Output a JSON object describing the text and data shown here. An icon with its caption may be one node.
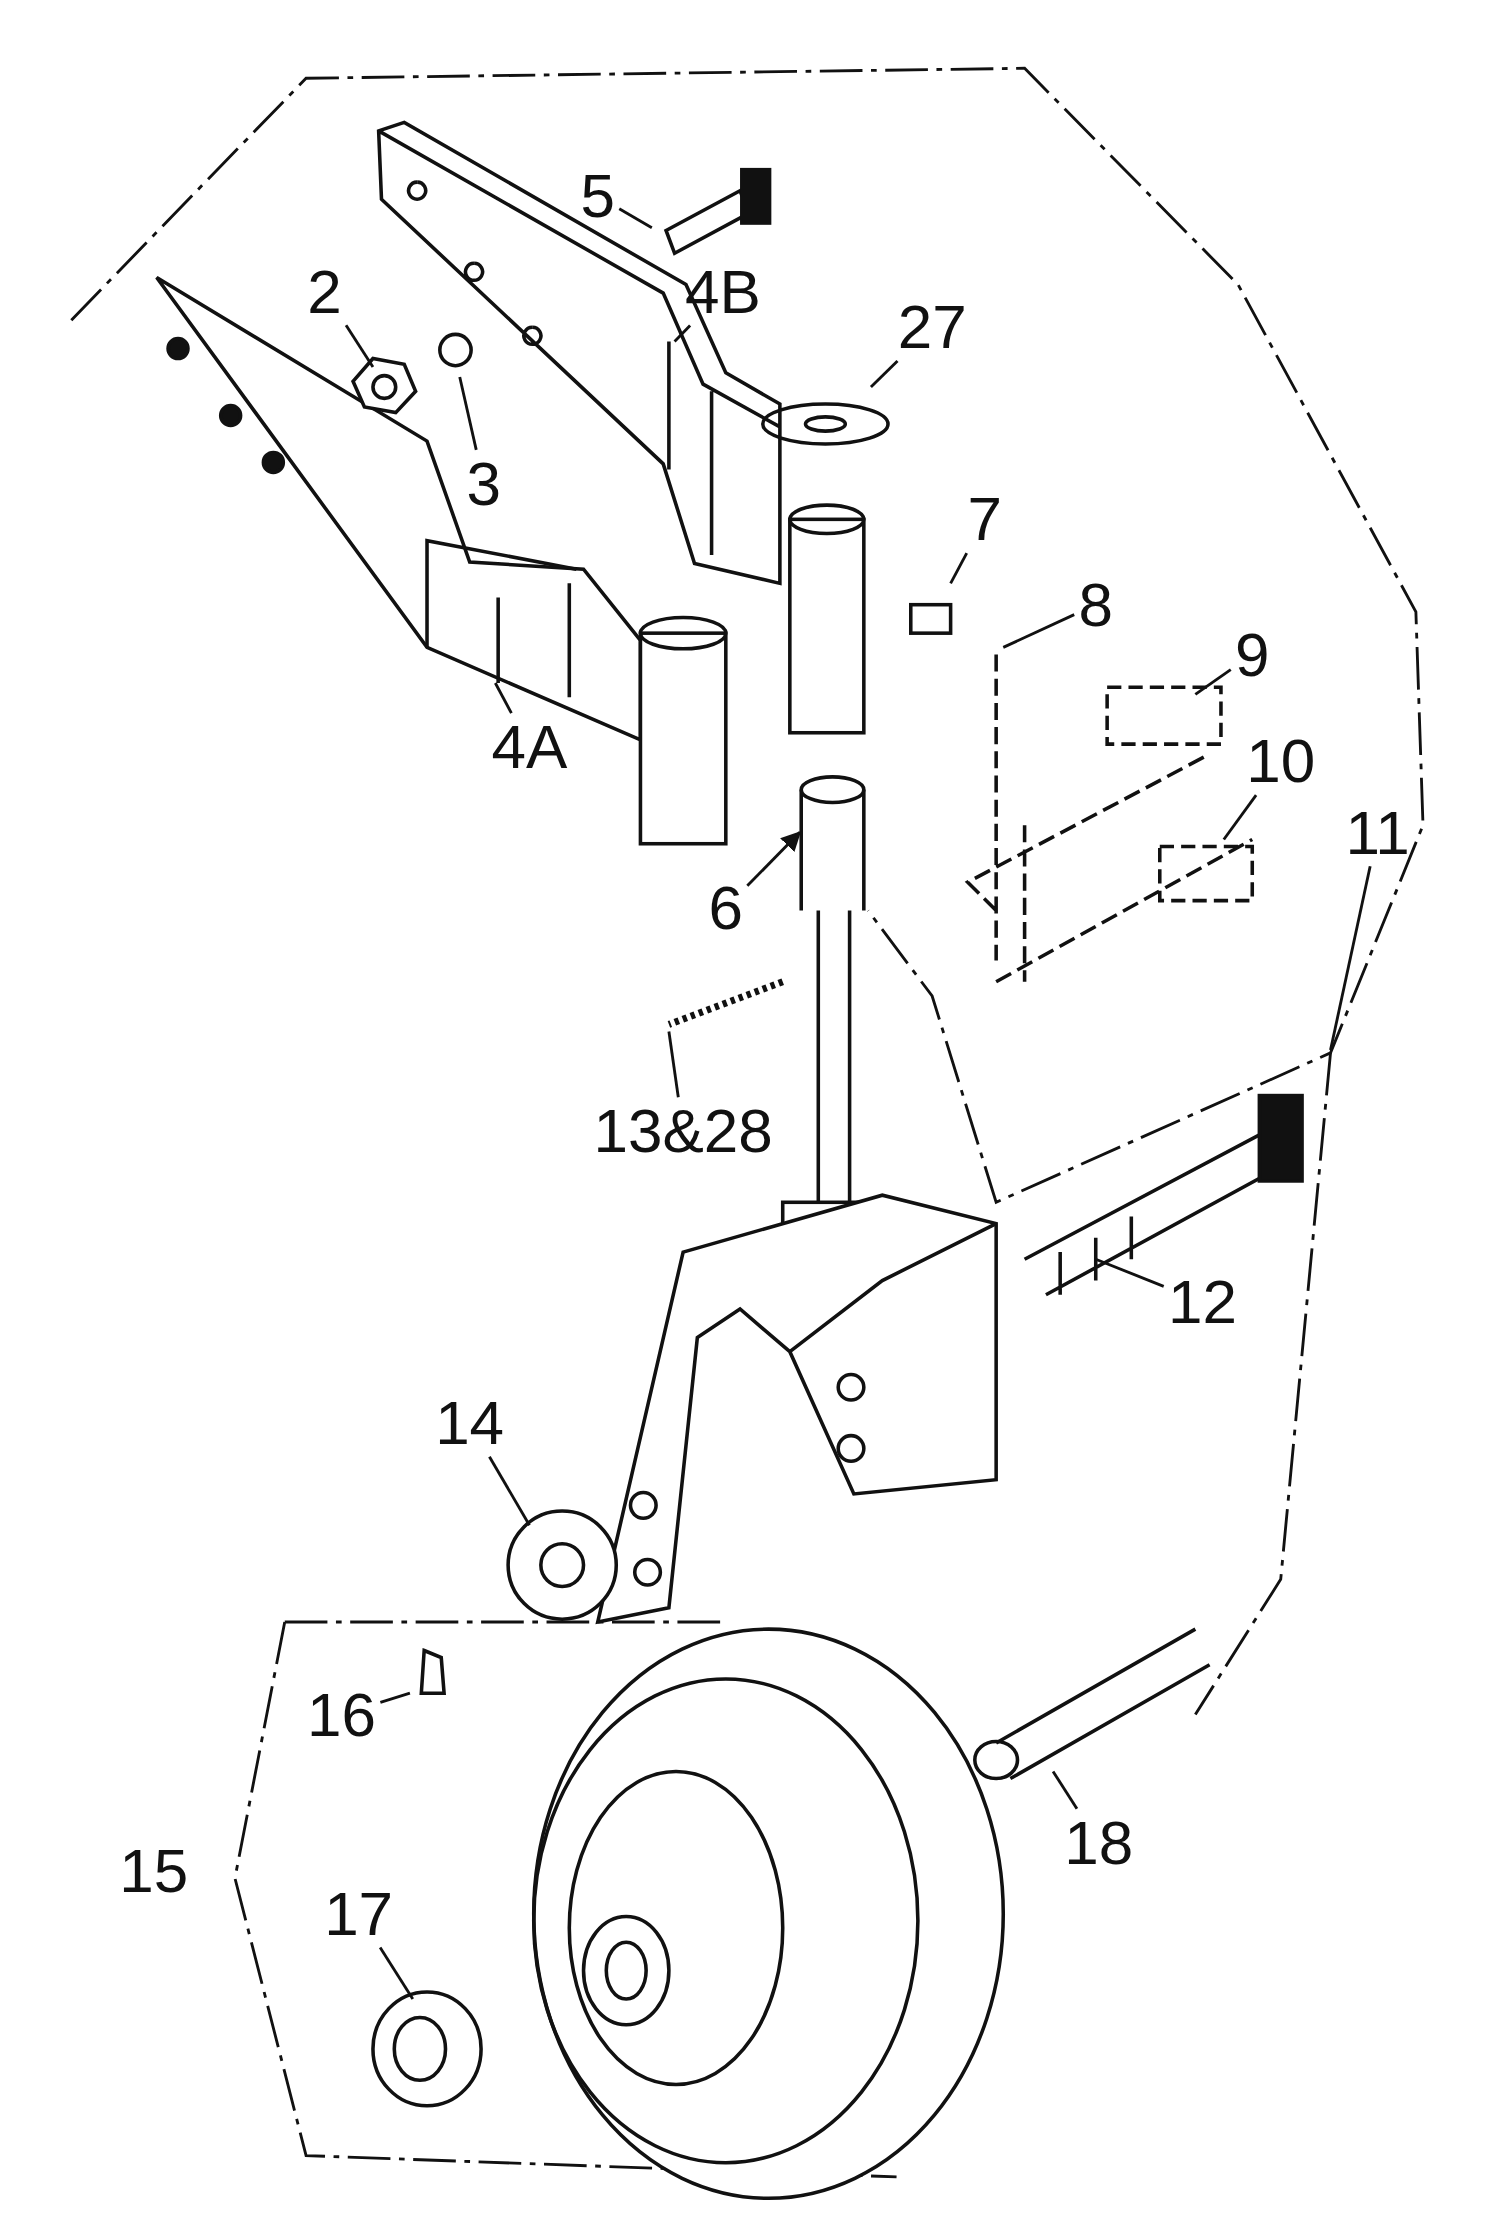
{
  "diagram": {
    "nodes": [
      {
        "text": [
          "5"
        ]
      },
      {
        "text": [
          "2"
        ]
      },
      {
        "text": [
          "4B"
        ]
      },
      {
        "text": [
          "27"
        ]
      },
      {
        "text": [
          "3"
        ]
      },
      {
        "text": [
          "7"
        ]
      },
      {
        "text": [
          "8"
        ]
      },
      {
        "text": [
          "9"
        ]
      },
      {
        "text": [
          "10"
        ]
      },
      {
        "text": [
          "4A"
        ]
      },
      {
        "text": [
          "11"
        ]
      },
      {
        "text": [
          "6"
        ]
      },
      {
        "text": [
          "13&28"
        ]
      },
      {
        "text": [
          "12"
        ]
      },
      {
        "text": [
          "14"
        ]
      },
      {
        "text": [
          "16"
        ]
      },
      {
        "text": [
          "17"
        ]
      },
      {
        "text": [
          "18"
        ]
      }
    ],
    "edges": [
      {
        "from": 0,
        "to": null,
        "arrow": "none"
      },
      {
        "from": 1,
        "to": null,
        "arrow": "none"
      },
      {
        "from": 2,
        "to": null,
        "arrow": "none"
      },
      {
        "from": 3,
        "to": null,
        "arrow": "none"
      },
      {
        "from": 4,
        "to": null,
        "arrow": "none"
      },
      {
        "from": 5,
        "to": null,
        "arrow": "none"
      },
      {
        "from": 6,
        "to": null,
        "arrow": "none"
      },
      {
        "from": 7,
        "to": null,
        "arrow": "none"
      },
      {
        "from": 8,
        "to": null,
        "arrow": "none"
      },
      {
        "from": 9,
        "to": null,
        "arrow": "none"
      },
      {
        "from": 10,
        "to": null,
        "arrow": "none"
      },
      {
        "from": 11,
        "to": null,
        "arrow": "to"
      },
      {
        "from": 12,
        "to": null,
        "arrow": "none"
      },
      {
        "from": 13,
        "to": null,
        "arrow": "none"
      },
      {
        "from": 14,
        "to": null,
        "arrow": "none"
      },
      {
        "from": 15,
        "to": null,
        "arrow": "none"
      },
      {
        "from": 16,
        "to": null,
        "arrow": "none"
      },
      {
        "from": 17,
        "to": null,
        "arrow": "none"
      }
    ],
    "labels": [
      "15"
    ]
  }
}
